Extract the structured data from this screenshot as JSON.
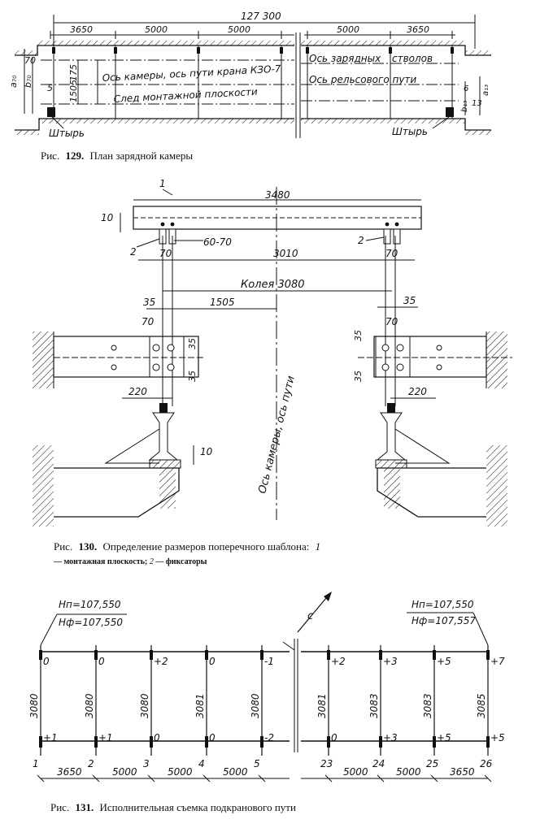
{
  "fig129": {
    "dims": {
      "total": "127 300",
      "d3650a": "3650",
      "d5000a": "5000",
      "d5000b": "5000",
      "d5000c": "5000",
      "d3650b": "3650",
      "v70": "70",
      "v175": "175",
      "v5": "5",
      "v1505": "1505",
      "v6": "6",
      "v13": "13",
      "a70": "a₇₀",
      "b70": "b₇₀",
      "a13": "a₁₃",
      "b13": "b₁₃"
    },
    "labels": {
      "crane_axis": "Ось камеры, ось пути крана КЗО-7",
      "mount_trace": "След монтажной плоскости",
      "charging_axis": "Ось зарядных",
      "charging_axis2": "стволов",
      "rail_axis": "Ось рельсового пути",
      "pin_left": "Штырь",
      "pin_right": "Штырь"
    },
    "caption_prefix": "Рис.",
    "caption_num": "129.",
    "caption_text": "План зарядной камеры"
  },
  "fig130": {
    "dims": {
      "d1": "1",
      "d3480": "3480",
      "d10a": "10",
      "d2a": "2",
      "d2b": "2",
      "d60_70": "60-70",
      "d70a": "70",
      "d3010": "3010",
      "d70b": "70",
      "gauge": "Колея 3080",
      "d35a": "35",
      "d35b": "35",
      "d1505": "1505",
      "d70c": "70",
      "d70d": "70",
      "d35c": "35",
      "d35d": "35",
      "d35e": "35",
      "d35f": "35",
      "d220a": "220",
      "d220b": "220",
      "d10b": "10"
    },
    "axis_label": "Ось камеры, ось пути",
    "caption_prefix": "Рис.",
    "caption_num": "130.",
    "caption_text": "Определение размеров поперечного шаблона:",
    "caption_i1": "1",
    "caption_t1": " — монтажная плоскость; ",
    "caption_i2": "2",
    "caption_t2": " — фиксаторы"
  },
  "fig131": {
    "hn_left": "Hп=107,550",
    "hf_left": "Hф=107,550",
    "hn_right": "Hп=107,550",
    "hf_right": "Hф=107,557",
    "north": "с",
    "top_marks": [
      "0",
      "0",
      "+2",
      "0",
      "-1",
      "+2",
      "+3",
      "+5",
      "+7"
    ],
    "gauges": [
      "3080",
      "3080",
      "3080",
      "3081",
      "3080",
      "3081",
      "3083",
      "3083",
      "3085"
    ],
    "bottom_marks": [
      "+1",
      "+1",
      "0",
      "0",
      "-2",
      "0",
      "+3",
      "+5",
      "+5"
    ],
    "points": [
      "1",
      "2",
      "3",
      "4",
      "5",
      "23",
      "24",
      "25",
      "26"
    ],
    "spans": [
      "3650",
      "5000",
      "5000",
      "5000",
      "5000",
      "5000",
      "3650"
    ],
    "caption_prefix": "Рис.",
    "caption_num": "131.",
    "caption_text": "Исполнительная съемка подкранового пути"
  }
}
